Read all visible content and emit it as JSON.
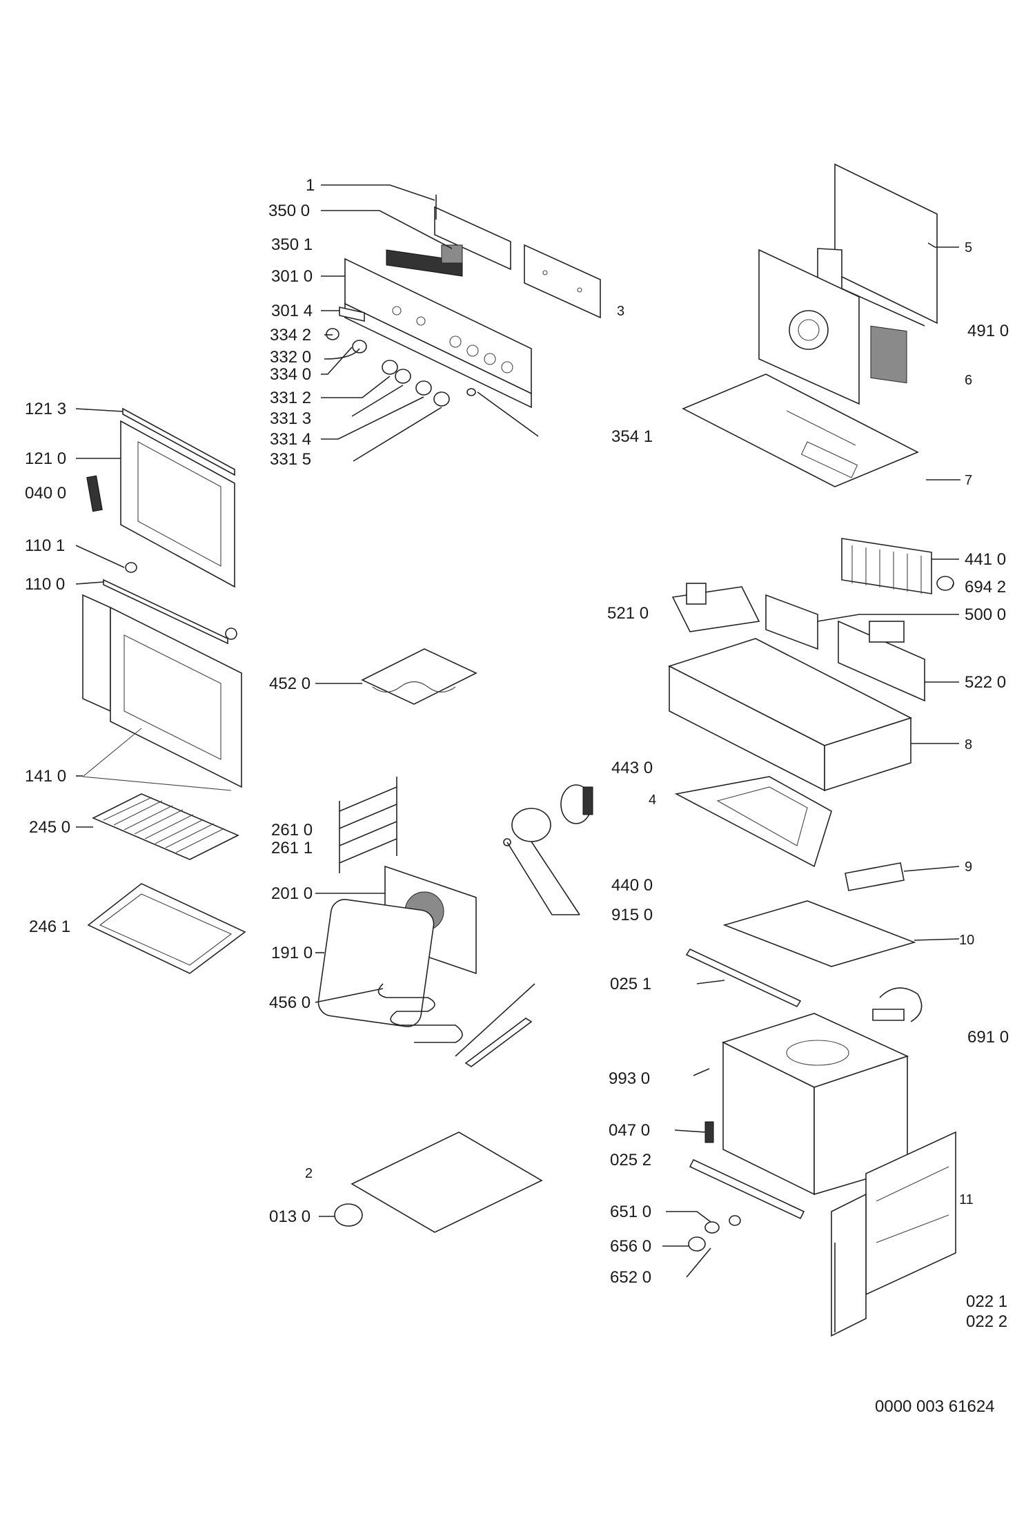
{
  "labels": {
    "l_1": "1",
    "l_3500": "350 0",
    "l_3501": "350 1",
    "l_3010": "301 0",
    "l_3014": "301 4",
    "l_3": "3",
    "l_3342": "334 2",
    "l_3320": "332 0",
    "l_3340": "334 0",
    "l_3312": "331 2",
    "l_3313": "331 3",
    "l_3314": "331 4",
    "l_3315": "331 5",
    "l_3541": "354 1",
    "l_5": "5",
    "l_4910": "491 0",
    "l_6": "6",
    "l_7": "7",
    "l_1213": "121 3",
    "l_1210": "121 0",
    "l_0400": "040 0",
    "l_1101": "110 1",
    "l_1100": "110 0",
    "l_1410": "141 0",
    "l_2450": "245 0",
    "l_2461": "246 1",
    "l_4410": "441 0",
    "l_6942": "694 2",
    "l_5210": "521 0",
    "l_5000": "500 0",
    "l_5220": "522 0",
    "l_8": "8",
    "l_4520": "452 0",
    "l_4430": "443 0",
    "l_4": "4",
    "l_2610": "261 0",
    "l_2611": "261 1",
    "l_4400": "440 0",
    "l_9": "9",
    "l_2010": "201 0",
    "l_9150": "915 0",
    "l_10": "10",
    "l_1910": "191 0",
    "l_0251": "025 1",
    "l_6910": "691 0",
    "l_4560": "456 0",
    "l_9930": "993 0",
    "l_0470": "047 0",
    "l_0252": "025 2",
    "l_2": "2",
    "l_0130": "013 0",
    "l_6510": "651 0",
    "l_11": "11",
    "l_6560": "656 0",
    "l_6520": "652 0",
    "l_0221": "022 1",
    "l_0222": "022 2",
    "doc_number": "0000 003 61624"
  },
  "colors": {
    "ink": "#1a1a1a",
    "paper": "#ffffff"
  }
}
